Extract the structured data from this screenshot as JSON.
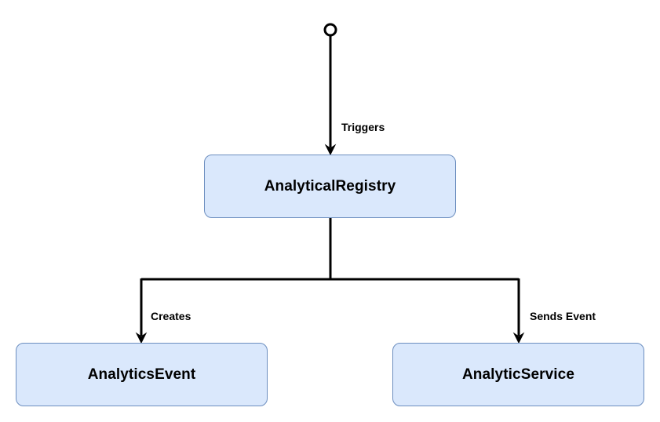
{
  "colors": {
    "node_fill": "#dae8fc",
    "node_border": "#6c8ebf",
    "edge": "#000000",
    "background": "#ffffff"
  },
  "nodes": {
    "registry": "AnalyticalRegistry",
    "event": "AnalyticsEvent",
    "service": "AnalyticService"
  },
  "edges": {
    "triggers": "Triggers",
    "creates": "Creates",
    "sends_event": "Sends Event"
  }
}
